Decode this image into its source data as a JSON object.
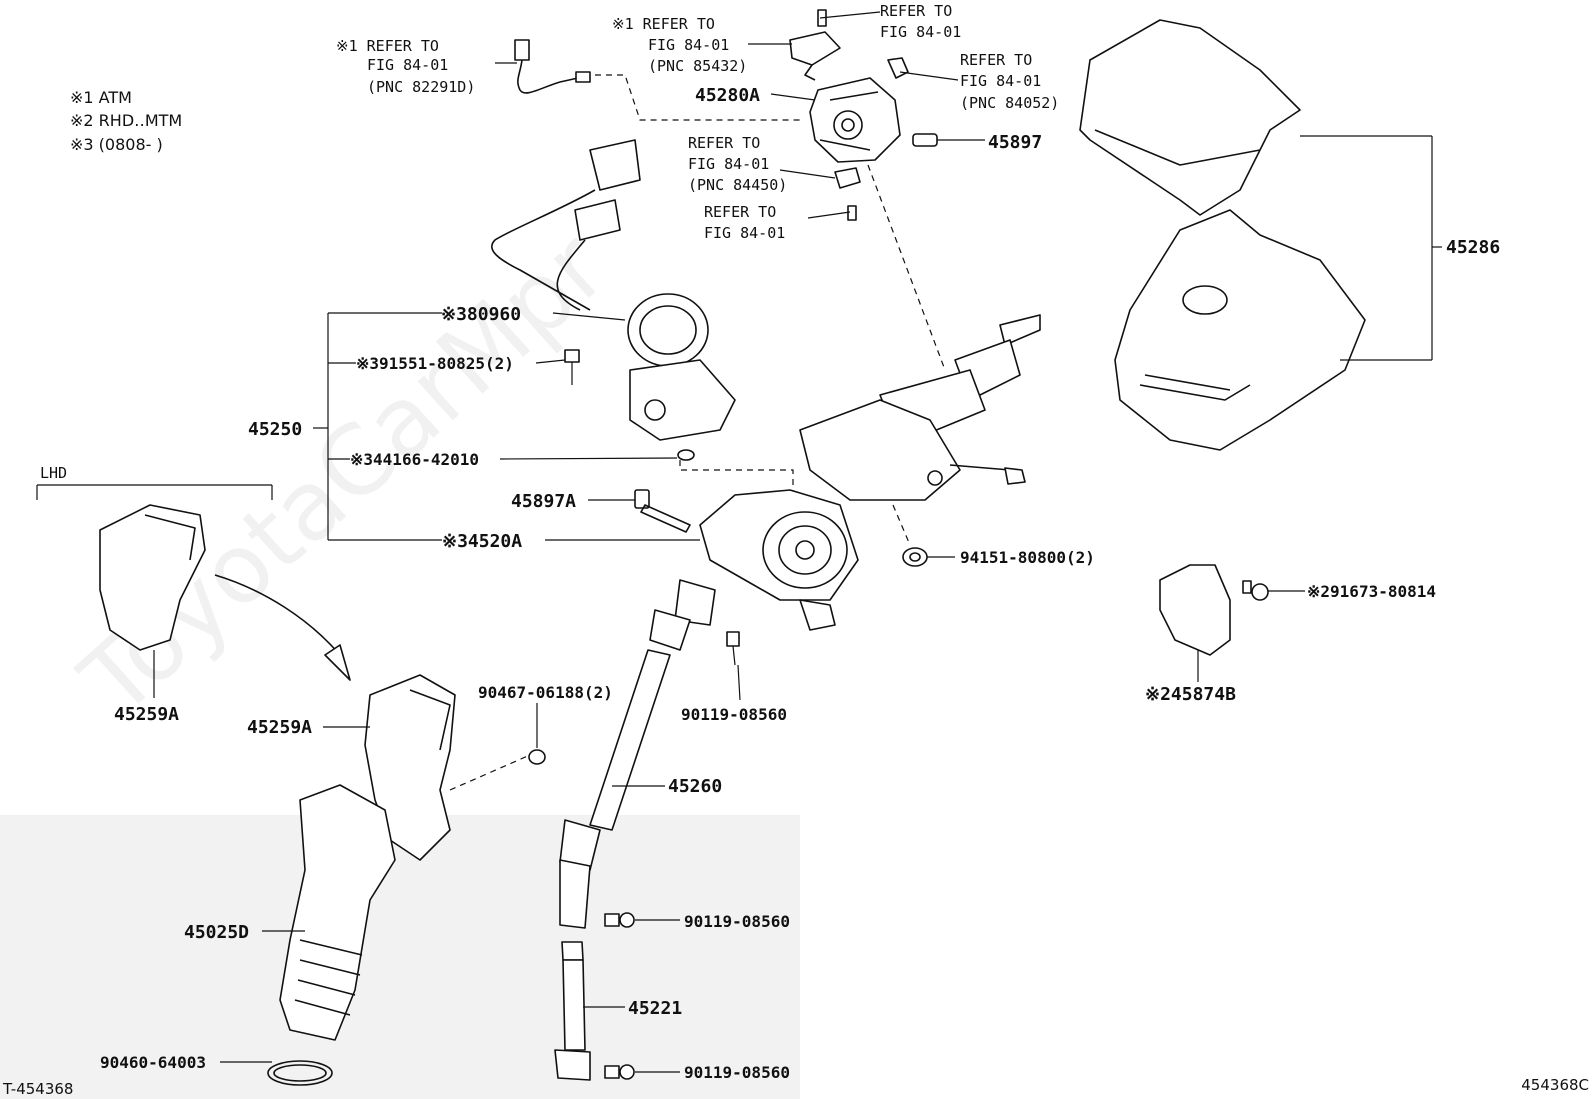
{
  "notes": [
    "※1 ATM",
    "※2 RHD‥MTM",
    "※3 (0808-    )"
  ],
  "watermark": "ToyotaCarMpr",
  "group_label": "LHD",
  "refs": {
    "ref1": [
      "※1 REFER TO",
      "FIG 84-01",
      "(PNC 82291D)"
    ],
    "ref2": [
      "※1 REFER TO",
      "FIG 84-01",
      "(PNC 85432)"
    ],
    "ref3": [
      "REFER TO",
      "FIG 84-01"
    ],
    "ref4": [
      "REFER TO",
      "FIG 84-01",
      "(PNC 84052)"
    ],
    "ref5": [
      "REFER TO",
      "FIG 84-01",
      "(PNC 84450)"
    ],
    "ref6": [
      "REFER TO",
      "FIG 84-01"
    ]
  },
  "parts": {
    "p45280A": "45280A",
    "p45897": "45897",
    "p45286": "45286",
    "p80960": "※380960",
    "p91551": "※391551-80825(2)",
    "p45250": "45250",
    "p44166": "※344166-42010",
    "p45897A": "45897A",
    "p4520A": "※34520A",
    "p94151": "94151-80800(2)",
    "p91673": "※291673-80814",
    "p45874B": "※245874B",
    "p45259A_left": "45259A",
    "p45259A": "45259A",
    "p90467": "90467-06188(2)",
    "p90119_a": "90119-08560",
    "p45260": "45260",
    "p45025D": "45025D",
    "p90119_b": "90119-08560",
    "p45221": "45221",
    "p90460": "90460-64003",
    "p90119_c": "90119-08560"
  },
  "footer": {
    "left_code": "T-454368",
    "right_code": "454368C"
  }
}
